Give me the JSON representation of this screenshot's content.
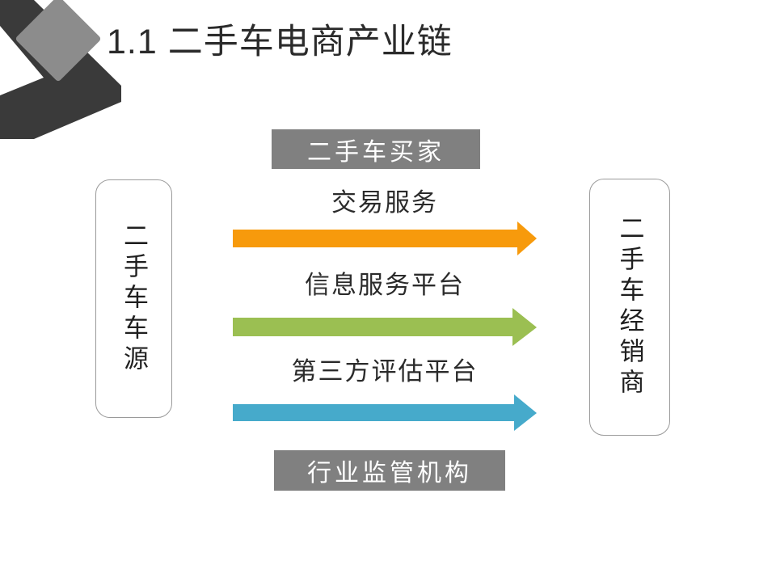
{
  "slide": {
    "title": "1.1  二手车电商产业链",
    "background_color": "#ffffff"
  },
  "decoration": {
    "chevron_name": "corner-chevron",
    "chevron_color": "#3a3a3a",
    "diamond_name": "corner-diamond",
    "diamond_color": "#8c8c8c"
  },
  "diagram": {
    "left_node": {
      "label": "二手车车源",
      "orientation": "vertical",
      "border_color": "#9a9a9a",
      "text_color": "#1f1f1f"
    },
    "right_node": {
      "label": "二手车经销商",
      "orientation": "vertical",
      "border_color": "#9a9a9a",
      "text_color": "#1f1f1f"
    },
    "top_banner": {
      "label": "二手车买家",
      "background_color": "#808080",
      "text_color": "#ffffff"
    },
    "bottom_banner": {
      "label": "行业监管机构",
      "background_color": "#808080",
      "text_color": "#ffffff"
    },
    "flows": [
      {
        "label": "交易服务",
        "color": "#f79a0c",
        "direction": "left-to-right"
      },
      {
        "label": "信息服务平台",
        "color": "#9bbf52",
        "direction": "left-to-right"
      },
      {
        "label": "第三方评估平台",
        "color": "#46aacb",
        "direction": "left-to-right"
      }
    ]
  }
}
